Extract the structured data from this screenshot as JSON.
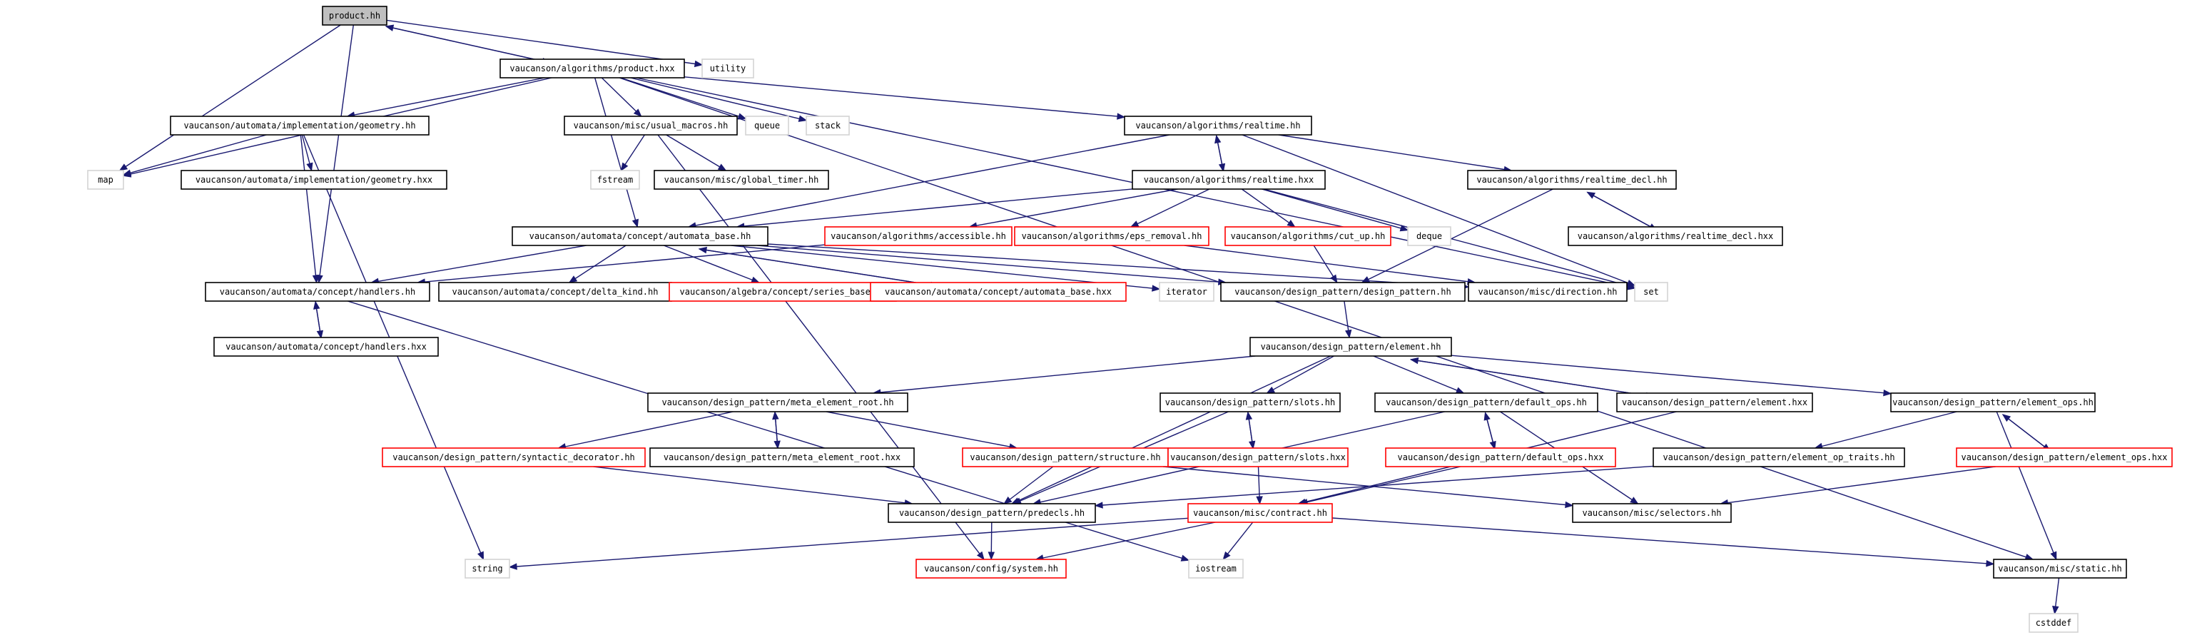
{
  "colors": {
    "edge": "#191970",
    "root_fill": "#bfbfbf",
    "root_border": "#000000",
    "normal_border": "#000000",
    "truncated_border": "#ff0000",
    "external_border": "#d3d3d3",
    "node_fill": "#ffffff"
  },
  "nodes": [
    {
      "id": "product_hh",
      "label": "product.hh",
      "style": "root"
    },
    {
      "id": "utility",
      "label": "utility",
      "style": "external"
    },
    {
      "id": "product_hxx",
      "label": "vaucanson/algorithms/product.hxx",
      "style": "normal"
    },
    {
      "id": "geometry_hh",
      "label": "vaucanson/automata/implementation/geometry.hh",
      "style": "normal"
    },
    {
      "id": "usual_macros",
      "label": "vaucanson/misc/usual_macros.hh",
      "style": "normal"
    },
    {
      "id": "queue",
      "label": "queue",
      "style": "external"
    },
    {
      "id": "stack",
      "label": "stack",
      "style": "external"
    },
    {
      "id": "realtime_hh",
      "label": "vaucanson/algorithms/realtime.hh",
      "style": "normal"
    },
    {
      "id": "map",
      "label": "map",
      "style": "external"
    },
    {
      "id": "geometry_hxx",
      "label": "vaucanson/automata/implementation/geometry.hxx",
      "style": "normal"
    },
    {
      "id": "fstream",
      "label": "fstream",
      "style": "external"
    },
    {
      "id": "global_timer",
      "label": "vaucanson/misc/global_timer.hh",
      "style": "normal"
    },
    {
      "id": "realtime_hxx",
      "label": "vaucanson/algorithms/realtime.hxx",
      "style": "normal"
    },
    {
      "id": "realtime_decl_hh",
      "label": "vaucanson/algorithms/realtime_decl.hh",
      "style": "normal"
    },
    {
      "id": "automata_base_hh",
      "label": "vaucanson/automata/concept/automata_base.hh",
      "style": "normal"
    },
    {
      "id": "accessible",
      "label": "vaucanson/algorithms/accessible.hh",
      "style": "truncated"
    },
    {
      "id": "eps_removal",
      "label": "vaucanson/algorithms/eps_removal.hh",
      "style": "truncated"
    },
    {
      "id": "cut_up",
      "label": "vaucanson/algorithms/cut_up.hh",
      "style": "truncated"
    },
    {
      "id": "deque",
      "label": "deque",
      "style": "external"
    },
    {
      "id": "realtime_decl_hxx",
      "label": "vaucanson/algorithms/realtime_decl.hxx",
      "style": "normal"
    },
    {
      "id": "handlers_hh",
      "label": "vaucanson/automata/concept/handlers.hh",
      "style": "normal"
    },
    {
      "id": "delta_kind",
      "label": "vaucanson/automata/concept/delta_kind.hh",
      "style": "normal"
    },
    {
      "id": "series_base",
      "label": "vaucanson/algebra/concept/series_base.hh",
      "style": "truncated"
    },
    {
      "id": "automata_base_hxx",
      "label": "vaucanson/automata/concept/automata_base.hxx",
      "style": "truncated"
    },
    {
      "id": "iterator",
      "label": "iterator",
      "style": "external"
    },
    {
      "id": "design_pattern_hh",
      "label": "vaucanson/design_pattern/design_pattern.hh",
      "style": "normal"
    },
    {
      "id": "direction",
      "label": "vaucanson/misc/direction.hh",
      "style": "normal"
    },
    {
      "id": "set",
      "label": "set",
      "style": "external"
    },
    {
      "id": "handlers_hxx",
      "label": "vaucanson/automata/concept/handlers.hxx",
      "style": "normal"
    },
    {
      "id": "element_hh",
      "label": "vaucanson/design_pattern/element.hh",
      "style": "normal"
    },
    {
      "id": "meta_root_hh",
      "label": "vaucanson/design_pattern/meta_element_root.hh",
      "style": "normal"
    },
    {
      "id": "slots_hh",
      "label": "vaucanson/design_pattern/slots.hh",
      "style": "normal"
    },
    {
      "id": "default_ops_hh",
      "label": "vaucanson/design_pattern/default_ops.hh",
      "style": "normal"
    },
    {
      "id": "element_hxx",
      "label": "vaucanson/design_pattern/element.hxx",
      "style": "normal"
    },
    {
      "id": "element_ops_hh",
      "label": "vaucanson/design_pattern/element_ops.hh",
      "style": "normal"
    },
    {
      "id": "syntactic",
      "label": "vaucanson/design_pattern/syntactic_decorator.hh",
      "style": "truncated"
    },
    {
      "id": "meta_root_hxx",
      "label": "vaucanson/design_pattern/meta_element_root.hxx",
      "style": "normal"
    },
    {
      "id": "structure",
      "label": "vaucanson/design_pattern/structure.hh",
      "style": "truncated"
    },
    {
      "id": "slots_hxx",
      "label": "vaucanson/design_pattern/slots.hxx",
      "style": "truncated"
    },
    {
      "id": "default_ops_hxx",
      "label": "vaucanson/design_pattern/default_ops.hxx",
      "style": "truncated"
    },
    {
      "id": "element_op_traits",
      "label": "vaucanson/design_pattern/element_op_traits.hh",
      "style": "normal"
    },
    {
      "id": "element_ops_hxx",
      "label": "vaucanson/design_pattern/element_ops.hxx",
      "style": "truncated"
    },
    {
      "id": "predecls",
      "label": "vaucanson/design_pattern/predecls.hh",
      "style": "normal"
    },
    {
      "id": "contract",
      "label": "vaucanson/misc/contract.hh",
      "style": "truncated"
    },
    {
      "id": "selectors",
      "label": "vaucanson/misc/selectors.hh",
      "style": "normal"
    },
    {
      "id": "string",
      "label": "string",
      "style": "external"
    },
    {
      "id": "system_hh",
      "label": "vaucanson/config/system.hh",
      "style": "truncated"
    },
    {
      "id": "iostream",
      "label": "iostream",
      "style": "external"
    },
    {
      "id": "static_hh",
      "label": "vaucanson/misc/static.hh",
      "style": "normal"
    },
    {
      "id": "cstddef",
      "label": "cstddef",
      "style": "external"
    }
  ],
  "edges": [
    [
      "product_hh",
      "product_hxx"
    ],
    [
      "product_hh",
      "utility"
    ],
    [
      "product_hh",
      "map"
    ],
    [
      "product_hh",
      "handlers_hh"
    ],
    [
      "product_hxx",
      "product_hh"
    ],
    [
      "product_hxx",
      "geometry_hh"
    ],
    [
      "product_hxx",
      "usual_macros"
    ],
    [
      "product_hxx",
      "queue"
    ],
    [
      "product_hxx",
      "stack"
    ],
    [
      "product_hxx",
      "realtime_hh"
    ],
    [
      "product_hxx",
      "map"
    ],
    [
      "product_hxx",
      "automata_base_hh"
    ],
    [
      "product_hxx",
      "set"
    ],
    [
      "product_hxx",
      "static_hh"
    ],
    [
      "geometry_hh",
      "map"
    ],
    [
      "geometry_hh",
      "geometry_hxx"
    ],
    [
      "geometry_hh",
      "string"
    ],
    [
      "geometry_hh",
      "handlers_hh"
    ],
    [
      "usual_macros",
      "fstream"
    ],
    [
      "usual_macros",
      "global_timer"
    ],
    [
      "usual_macros",
      "system_hh"
    ],
    [
      "realtime_hh",
      "realtime_hxx"
    ],
    [
      "realtime_hh",
      "realtime_decl_hh"
    ],
    [
      "realtime_hh",
      "automata_base_hh"
    ],
    [
      "realtime_hh",
      "set"
    ],
    [
      "realtime_hxx",
      "realtime_hh"
    ],
    [
      "realtime_hxx",
      "automata_base_hh"
    ],
    [
      "realtime_hxx",
      "accessible"
    ],
    [
      "realtime_hxx",
      "eps_removal"
    ],
    [
      "realtime_hxx",
      "cut_up"
    ],
    [
      "realtime_hxx",
      "deque"
    ],
    [
      "realtime_hxx",
      "set"
    ],
    [
      "realtime_decl_hh",
      "realtime_decl_hxx"
    ],
    [
      "realtime_decl_hh",
      "design_pattern_hh"
    ],
    [
      "realtime_decl_hxx",
      "realtime_decl_hh"
    ],
    [
      "automata_base_hh",
      "handlers_hh"
    ],
    [
      "automata_base_hh",
      "delta_kind"
    ],
    [
      "automata_base_hh",
      "series_base"
    ],
    [
      "automata_base_hh",
      "automata_base_hxx"
    ],
    [
      "automata_base_hh",
      "iterator"
    ],
    [
      "automata_base_hh",
      "design_pattern_hh"
    ],
    [
      "automata_base_hh",
      "direction"
    ],
    [
      "automata_base_hxx",
      "automata_base_hh"
    ],
    [
      "accessible",
      "handlers_hh"
    ],
    [
      "eps_removal",
      "direction"
    ],
    [
      "cut_up",
      "design_pattern_hh"
    ],
    [
      "handlers_hh",
      "handlers_hxx"
    ],
    [
      "handlers_hh",
      "iostream"
    ],
    [
      "handlers_hxx",
      "handlers_hh"
    ],
    [
      "design_pattern_hh",
      "element_hh"
    ],
    [
      "element_hh",
      "meta_root_hh"
    ],
    [
      "element_hh",
      "slots_hh"
    ],
    [
      "element_hh",
      "default_ops_hh"
    ],
    [
      "element_hh",
      "element_hxx"
    ],
    [
      "element_hh",
      "element_ops_hh"
    ],
    [
      "element_hh",
      "predecls"
    ],
    [
      "element_hxx",
      "element_hh"
    ],
    [
      "element_hxx",
      "contract"
    ],
    [
      "meta_root_hh",
      "syntactic"
    ],
    [
      "meta_root_hh",
      "meta_root_hxx"
    ],
    [
      "meta_root_hh",
      "structure"
    ],
    [
      "meta_root_hxx",
      "meta_root_hh"
    ],
    [
      "slots_hh",
      "slots_hxx"
    ],
    [
      "slots_hh",
      "predecls"
    ],
    [
      "slots_hxx",
      "slots_hh"
    ],
    [
      "slots_hxx",
      "contract"
    ],
    [
      "default_ops_hh",
      "default_ops_hxx"
    ],
    [
      "default_ops_hh",
      "predecls"
    ],
    [
      "default_ops_hh",
      "selectors"
    ],
    [
      "default_ops_hxx",
      "default_ops_hh"
    ],
    [
      "default_ops_hxx",
      "contract"
    ],
    [
      "element_ops_hh",
      "element_op_traits"
    ],
    [
      "element_ops_hh",
      "element_ops_hxx"
    ],
    [
      "element_ops_hh",
      "static_hh"
    ],
    [
      "element_ops_hxx",
      "element_ops_hh"
    ],
    [
      "element_ops_hxx",
      "selectors"
    ],
    [
      "element_op_traits",
      "predecls"
    ],
    [
      "syntactic",
      "predecls"
    ],
    [
      "structure",
      "predecls"
    ],
    [
      "structure",
      "selectors"
    ],
    [
      "predecls",
      "system_hh"
    ],
    [
      "contract",
      "string"
    ],
    [
      "contract",
      "system_hh"
    ],
    [
      "contract",
      "iostream"
    ],
    [
      "contract",
      "static_hh"
    ],
    [
      "static_hh",
      "cstddef"
    ]
  ]
}
